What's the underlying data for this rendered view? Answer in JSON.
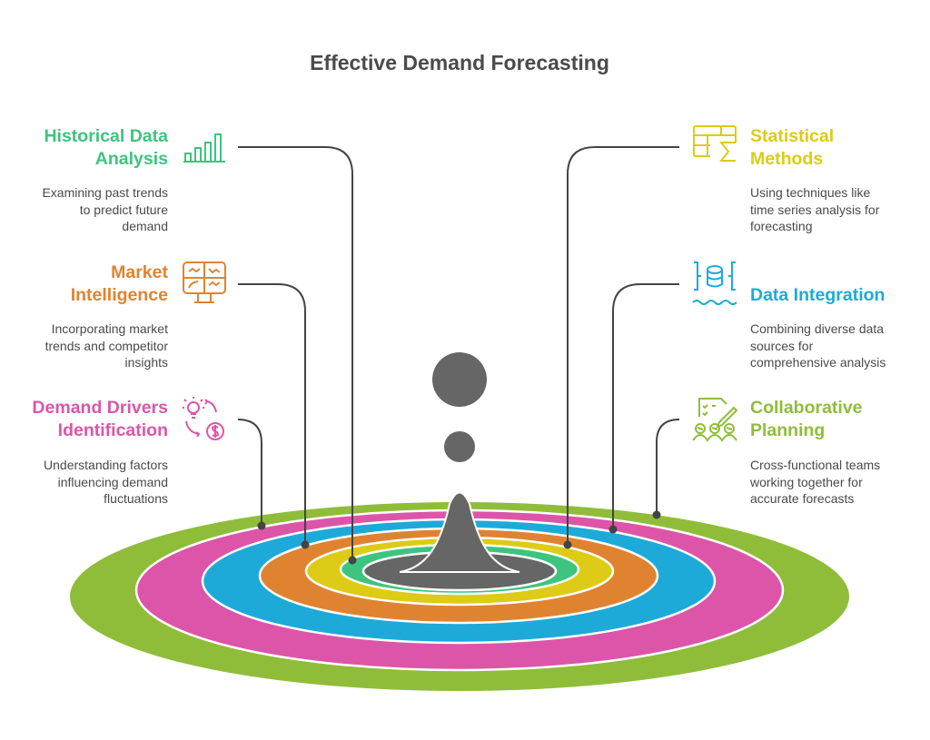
{
  "title": "Effective Demand Forecasting",
  "colors": {
    "historical": "#3dc47e",
    "market": "#e08331",
    "demand": "#dd55a8",
    "statistical": "#ddcb15",
    "integration": "#1eaad9",
    "collaborative": "#8fbd3a",
    "core": "#666666",
    "connector": "#444444"
  },
  "items": {
    "historical": {
      "title_1": "Historical Data",
      "title_2": "Analysis",
      "desc_1": "Examining past trends",
      "desc_2": "to predict future",
      "desc_3": "demand",
      "icon": "bar-chart-icon"
    },
    "market": {
      "title_1": "Market",
      "title_2": "Intelligence",
      "desc_1": "Incorporating market",
      "desc_2": "trends and competitor",
      "desc_3": "insights",
      "icon": "monitor-dashboard-icon"
    },
    "demand": {
      "title_1": "Demand Drivers",
      "title_2": "Identification",
      "desc_1": "Understanding factors",
      "desc_2": "influencing demand",
      "desc_3": "fluctuations",
      "icon": "idea-money-cycle-icon"
    },
    "statistical": {
      "title_1": "Statistical",
      "title_2": "Methods",
      "desc_1": "Using techniques like",
      "desc_2": "time series analysis for",
      "desc_3": "forecasting",
      "icon": "table-sigma-icon"
    },
    "integration": {
      "title_1": "Data Integration",
      "desc_1": "Combining diverse data",
      "desc_2": "sources for",
      "desc_3": "comprehensive analysis",
      "icon": "database-lake-icon"
    },
    "collaborative": {
      "title_1": "Collaborative",
      "title_2": "Planning",
      "desc_1": "Cross-functional teams",
      "desc_2": "working together for",
      "desc_3": "accurate forecasts",
      "icon": "team-checklist-icon"
    }
  }
}
